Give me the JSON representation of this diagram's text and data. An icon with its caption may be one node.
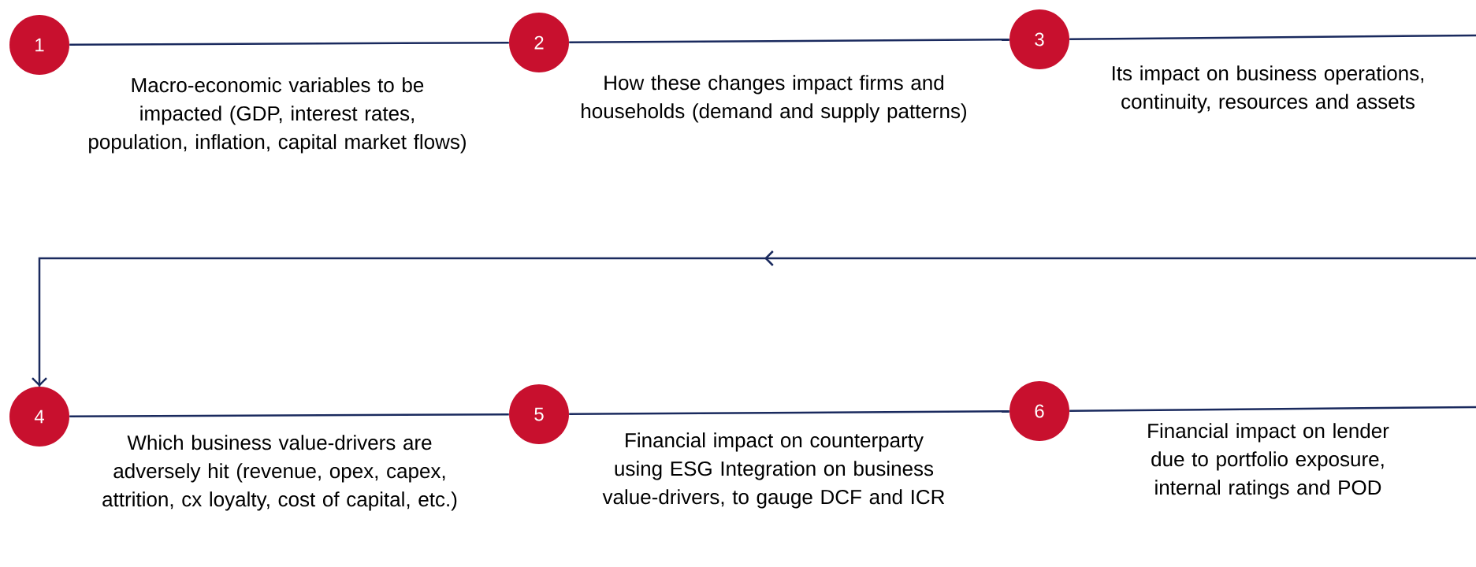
{
  "diagram": {
    "nodes": [
      {
        "text": [
          "1"
        ],
        "beside": [
          "Macro-economic variables to be impacted (GDP, interest rates, population, inflation, capital market flows)"
        ]
      },
      {
        "text": [
          "2"
        ],
        "beside": [
          "How these changes impact firms and households (demand and supply patterns)"
        ]
      },
      {
        "text": [
          "3"
        ],
        "beside": [
          "Its impact on business operations, continuity, resources and assets"
        ]
      },
      {
        "text": [
          "4"
        ],
        "beside": [
          "Which business value-drivers are adversely hit (revenue,  opex, capex, attrition, cx loyalty, cost of capital, etc.)"
        ]
      },
      {
        "text": [
          "5"
        ],
        "beside": [
          "Financial impact on counterparty using ESG Integration on business value-drivers, to gauge DCF and ICR"
        ]
      },
      {
        "text": [
          "6"
        ],
        "beside": [
          "Financial impact on lender due to portfolio exposure, internal ratings and POD"
        ]
      }
    ],
    "edges": [
      {
        "from": 0,
        "to": 1,
        "arrow": "none"
      },
      {
        "from": 1,
        "to": 2,
        "arrow": "none"
      },
      {
        "from": 2,
        "to": null,
        "arrow": "none"
      },
      {
        "from": null,
        "to": 3,
        "arrow": "to"
      },
      {
        "from": 3,
        "to": 4,
        "arrow": "none"
      },
      {
        "from": 4,
        "to": 5,
        "arrow": "none"
      },
      {
        "from": 5,
        "to": null,
        "arrow": "none"
      }
    ]
  }
}
